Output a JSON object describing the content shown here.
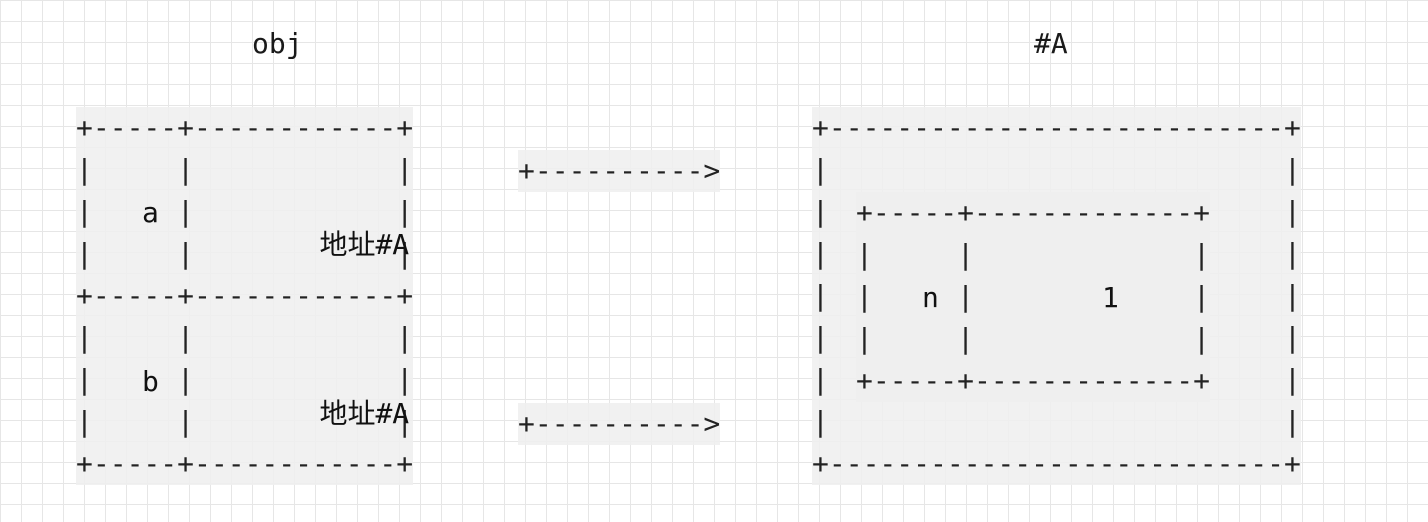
{
  "labels": {
    "obj": "obj",
    "target": "#A"
  },
  "obj_table": {
    "rows": [
      {
        "key": "a",
        "value_prefix": "地址",
        "value_ref": "#A"
      },
      {
        "key": "b",
        "value_prefix": "地址",
        "value_ref": "#A"
      }
    ]
  },
  "target_table": {
    "rows": [
      {
        "key": "n",
        "value": "1"
      }
    ]
  },
  "arrows": [
    {
      "from": "obj_table.rows.0",
      "to": "target_table"
    },
    {
      "from": "obj_table.rows.1",
      "to": "target_table"
    }
  ],
  "colors": {
    "grid": "#e6e6e6",
    "box_fill": "#eeeeee",
    "text": "#1a1a1a"
  }
}
